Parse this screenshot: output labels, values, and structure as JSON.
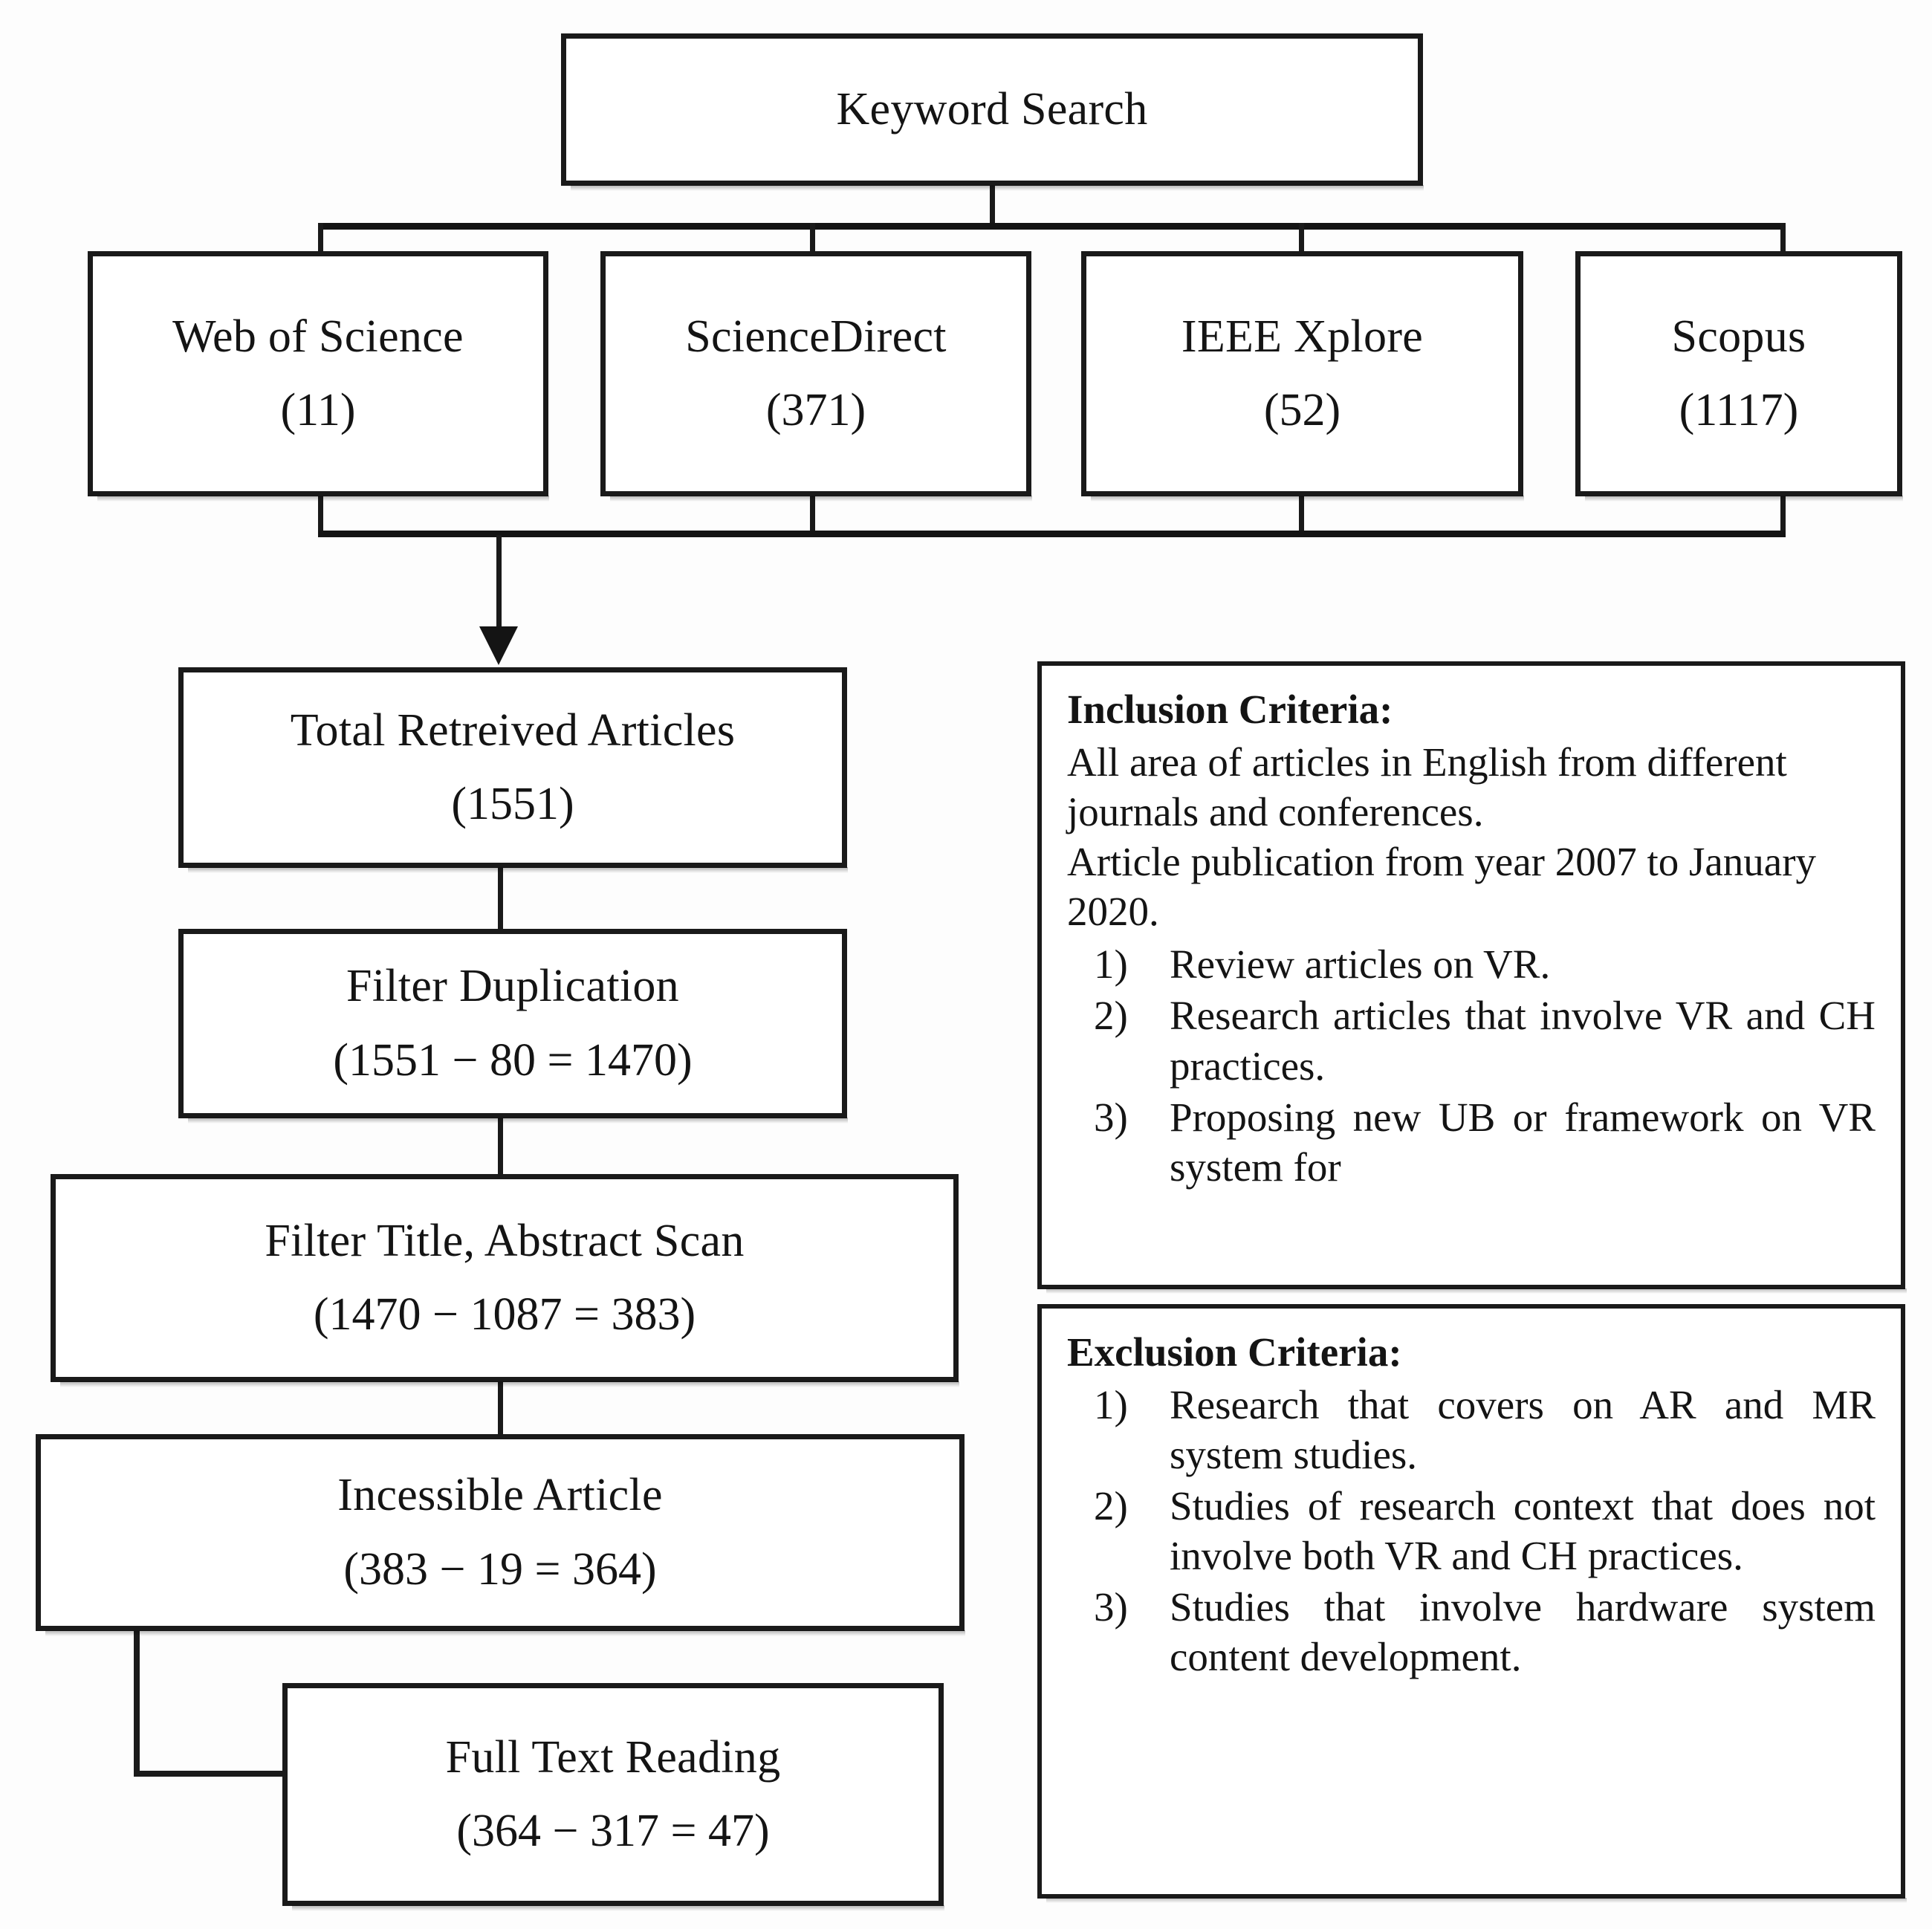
{
  "figure": {
    "type": "flowchart",
    "title": "Article selection flowchart"
  },
  "root": {
    "label": "Keyword Search"
  },
  "sources": [
    {
      "name": "Web of Science",
      "count": "(11)"
    },
    {
      "name": "ScienceDirect",
      "count": "(371)"
    },
    {
      "name": "IEEE Xplore",
      "count": "(52)"
    },
    {
      "name": "Scopus",
      "count": "(1117)"
    }
  ],
  "pipeline": [
    {
      "name": "Total Retreived Articles",
      "count": "(1551)"
    },
    {
      "name": "Filter Duplication",
      "count": "(1551 −  80 = 1470)"
    },
    {
      "name": "Filter Title, Abstract Scan",
      "count": "(1470 −  1087 = 383)"
    },
    {
      "name": "Incessible Article",
      "count": "(383 − 19 = 364)"
    },
    {
      "name": "Full Text Reading",
      "count": "(364 − 317 = 47)"
    }
  ],
  "inclusion": {
    "heading": "Inclusion Criteria:",
    "paragraphs": [
      "All area of articles in English from different journals and conferences.",
      "Article publication from year 2007 to January 2020."
    ],
    "items": [
      "Review articles on VR.",
      "Research articles that involve VR and CH practices.",
      "Proposing new UB or framework on VR system for"
    ]
  },
  "exclusion": {
    "heading": "Exclusion Criteria:",
    "items": [
      "Research that covers on AR and MR system studies.",
      "Studies of research context that does not involve both VR and CH practices.",
      "Studies that involve hardware system content development."
    ]
  },
  "colors": {
    "border": "#1a1a1a",
    "text": "#141414",
    "background": "#ffffff"
  }
}
